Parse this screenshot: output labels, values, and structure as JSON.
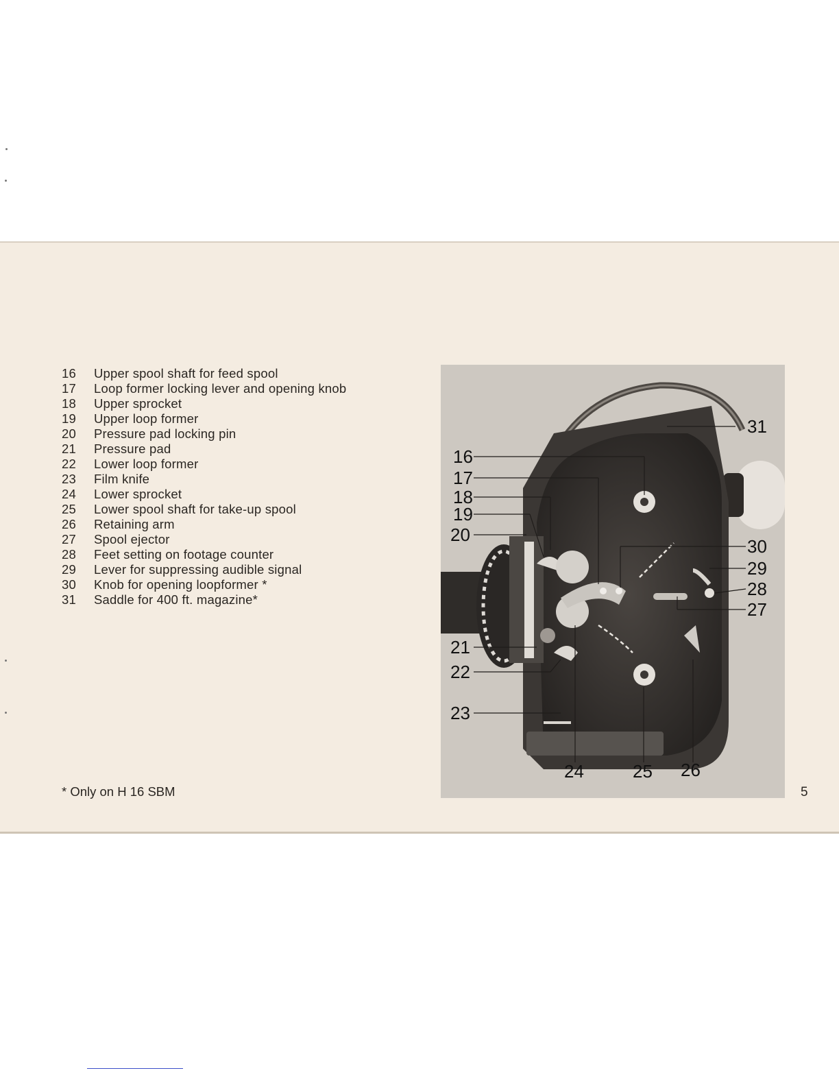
{
  "legend": [
    {
      "num": "16",
      "text": "Upper spool shaft for feed spool"
    },
    {
      "num": "17",
      "text": "Loop former locking lever and opening knob"
    },
    {
      "num": "18",
      "text": "Upper sprocket"
    },
    {
      "num": "19",
      "text": "Upper loop former"
    },
    {
      "num": "20",
      "text": "Pressure pad locking pin"
    },
    {
      "num": "21",
      "text": "Pressure pad"
    },
    {
      "num": "22",
      "text": "Lower loop former"
    },
    {
      "num": "23",
      "text": "Film knife"
    },
    {
      "num": "24",
      "text": "Lower sprocket"
    },
    {
      "num": "25",
      "text": "Lower spool shaft for take-up spool"
    },
    {
      "num": "26",
      "text": "Retaining arm"
    },
    {
      "num": "27",
      "text": "Spool ejector"
    },
    {
      "num": "28",
      "text": "Feet setting on footage counter"
    },
    {
      "num": "29",
      "text": "Lever for suppressing audible signal"
    },
    {
      "num": "30",
      "text": "Knob for opening loopformer *"
    },
    {
      "num": "31",
      "text": "Saddle for 400 ft. magazine*"
    }
  ],
  "footnote": "*  Only on H 16 SBM",
  "page_number": "5",
  "photo_callouts": {
    "c16": "16",
    "c17": "17",
    "c18": "18",
    "c19": "19",
    "c20": "20",
    "c21": "21",
    "c22": "22",
    "c23": "23",
    "c24": "24",
    "c25": "25",
    "c26": "26",
    "c27": "27",
    "c28": "28",
    "c29": "29",
    "c30": "30",
    "c31": "31"
  },
  "colors": {
    "paper": "#f4ece1",
    "photo_bg": "#cfcac4",
    "body_dark": "#3a3633"
  }
}
